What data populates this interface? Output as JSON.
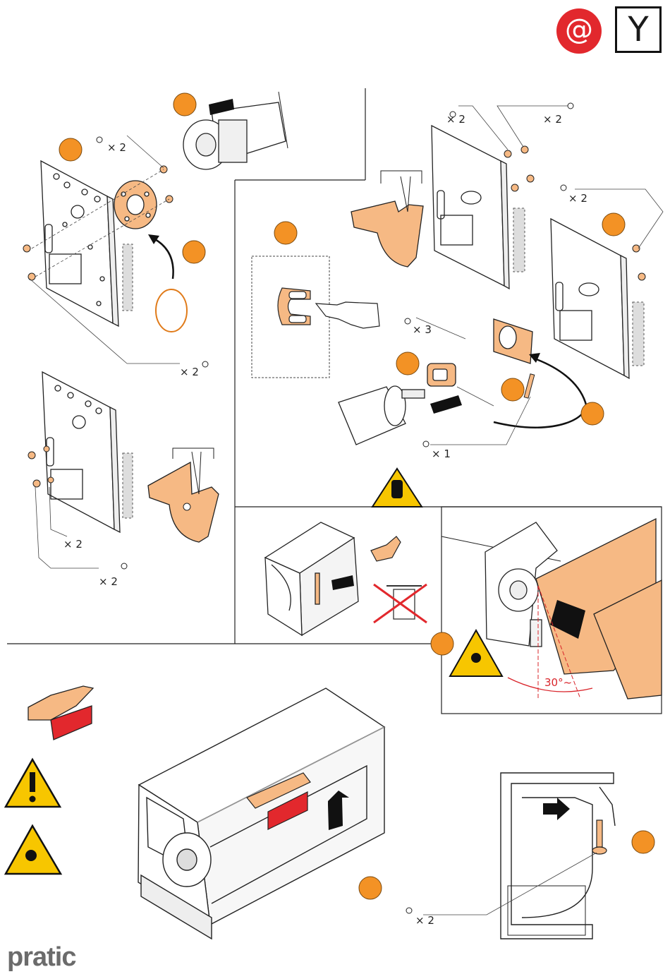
{
  "header": {
    "badge_at": "@",
    "badge_y": "Y"
  },
  "labels": {
    "qty_x2": "× 2",
    "qty_x3": "× 3",
    "qty_x1": "× 1",
    "angle": "30°~"
  },
  "brand": "pratic",
  "colors": {
    "step_circle": "#f39225",
    "part_orange": "#f6b984",
    "red": "#e2282d",
    "warning_yellow": "#f7c600"
  }
}
